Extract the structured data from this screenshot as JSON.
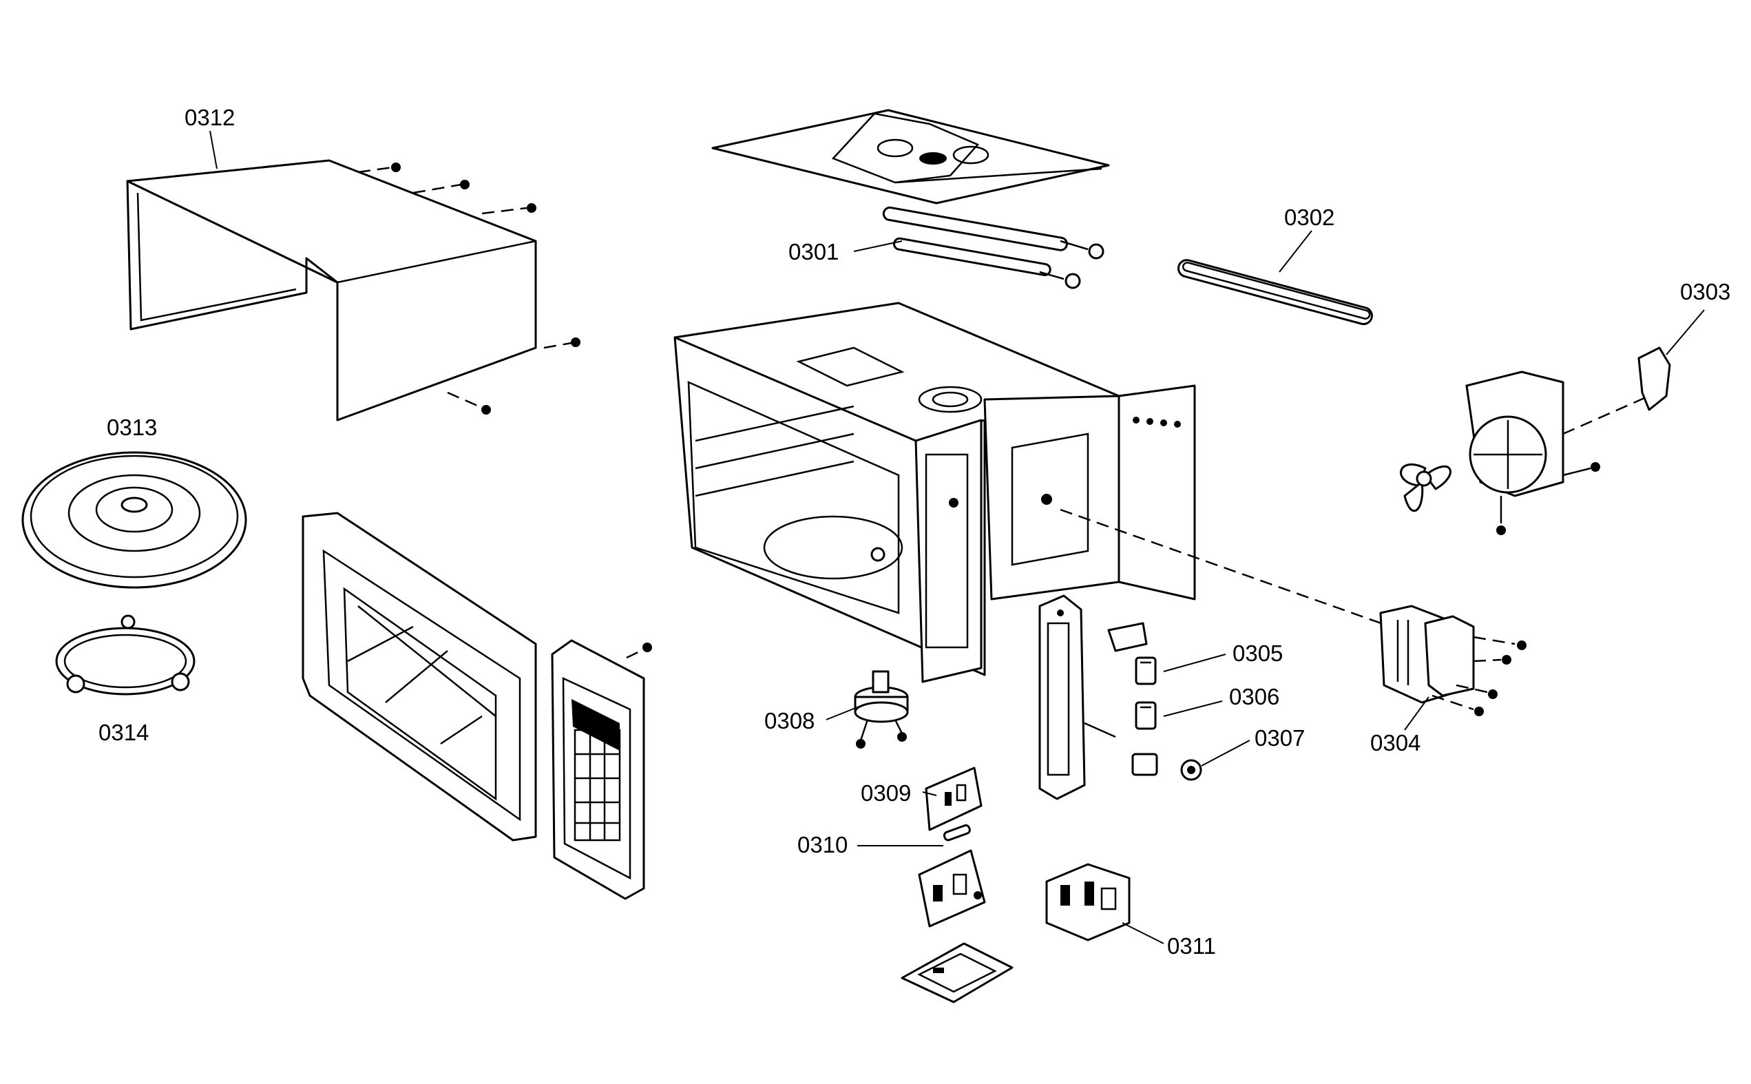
{
  "diagram": {
    "labels": {
      "p0301": "0301",
      "p0302": "0302",
      "p0303": "0303",
      "p0304": "0304",
      "p0305": "0305",
      "p0306": "0306",
      "p0307": "0307",
      "p0308": "0308",
      "p0309": "0309",
      "p0310": "0310",
      "p0311": "0311",
      "p0312": "0312",
      "p0313": "0313",
      "p0314": "0314"
    }
  }
}
